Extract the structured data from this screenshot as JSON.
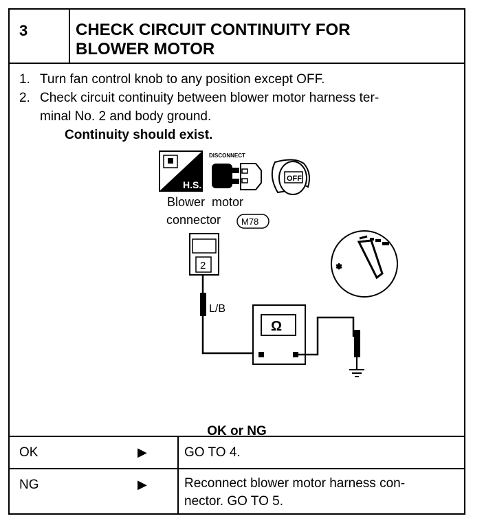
{
  "header": {
    "step_number": "3",
    "title_line1": "CHECK CIRCUIT CONTINUITY FOR",
    "title_line2": "BLOWER MOTOR"
  },
  "instructions": [
    {
      "num": "1.",
      "text": "Turn fan control knob to any position except OFF."
    },
    {
      "num": "2.",
      "text": "Check circuit continuity between blower motor harness ter-",
      "text2": "minal No. 2 and body ground."
    }
  ],
  "expected": "Continuity should exist.",
  "diagram": {
    "hs_label": "H.S.",
    "disconnect_label": "DISCONNECT",
    "off_label": "OFF",
    "connector_label_line1": "Blower  motor",
    "connector_label_line2": "connector",
    "connector_code": "M78",
    "terminal": "2",
    "wire_color": "L/B",
    "meter_symbol": "Ω"
  },
  "result_heading": "OK or NG",
  "results": [
    {
      "status": "OK",
      "arrow": "▶",
      "action": "GO TO 4."
    },
    {
      "status": "NG",
      "arrow": "▶",
      "action": "Reconnect blower motor harness con-",
      "action2": "nector. GO TO 5."
    }
  ]
}
